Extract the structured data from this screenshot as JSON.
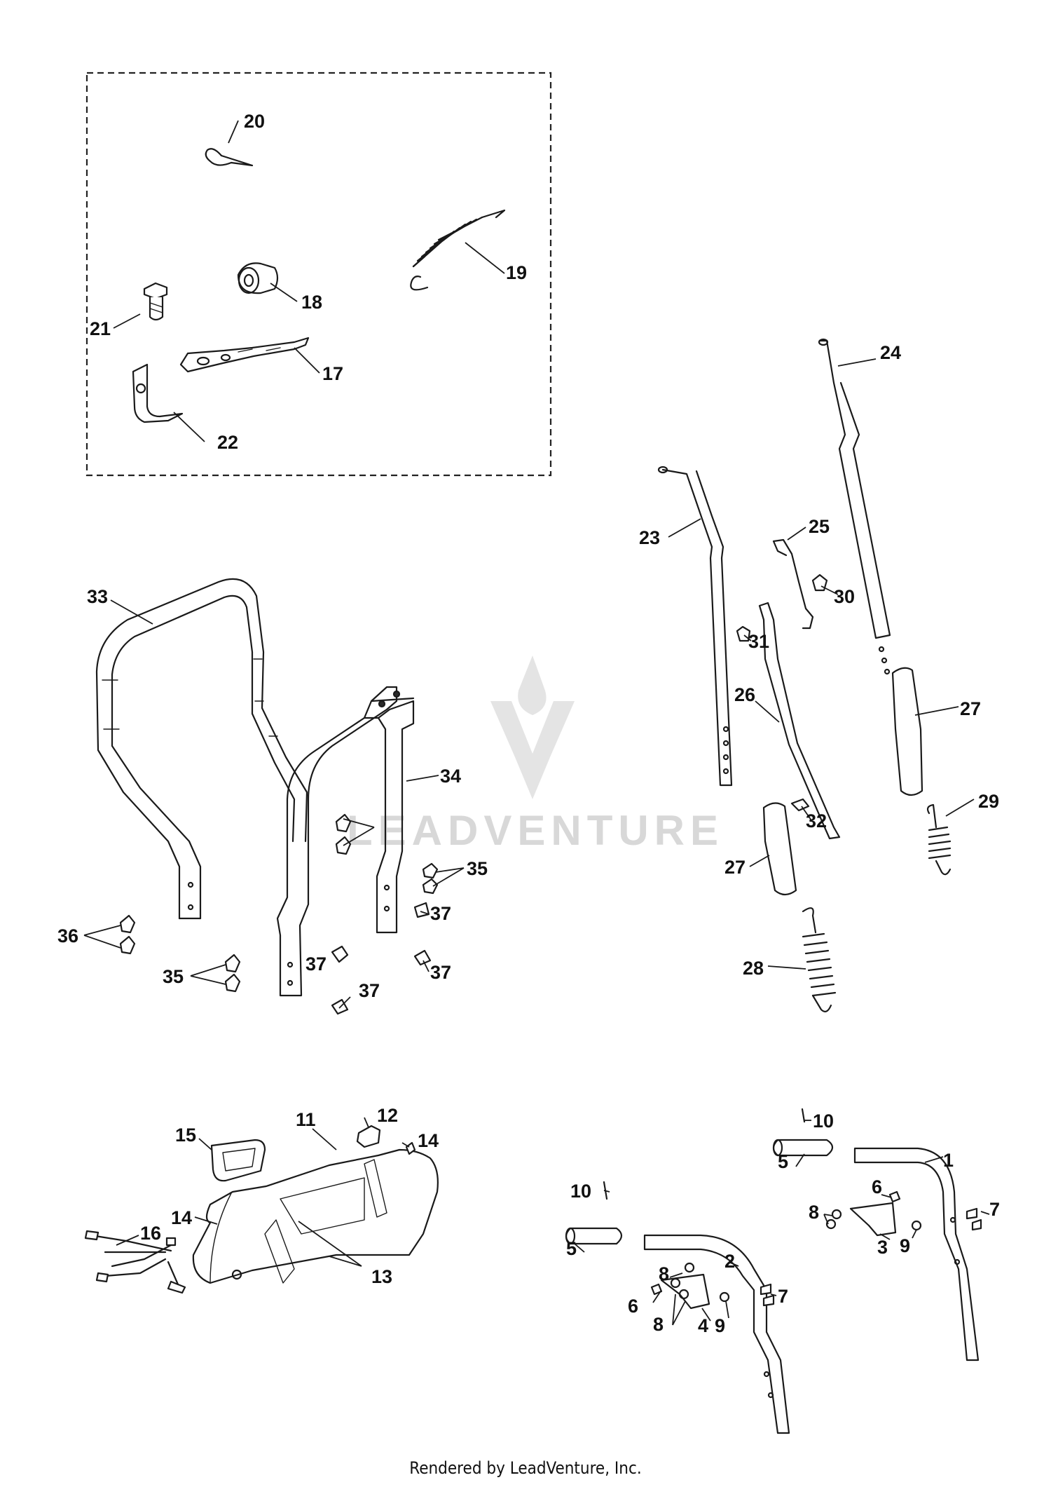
{
  "watermark": {
    "text": "LEADVENTURE"
  },
  "footer": {
    "text": "Rendered by LeadVenture, Inc."
  },
  "callouts": {
    "c1": "1",
    "c2": "2",
    "c3": "3",
    "c4": "4",
    "c5a": "5",
    "c5b": "5",
    "c6a": "6",
    "c6b": "6",
    "c7a": "7",
    "c7b": "7",
    "c8a": "8",
    "c8b": "8",
    "c8c": "8",
    "c9a": "9",
    "c9b": "9",
    "c10a": "10",
    "c10b": "10",
    "c11": "11",
    "c12": "12",
    "c13": "13",
    "c14a": "14",
    "c14b": "14",
    "c15": "15",
    "c16": "16",
    "c17": "17",
    "c18": "18",
    "c19": "19",
    "c20": "20",
    "c21": "21",
    "c22": "22",
    "c23": "23",
    "c24": "24",
    "c25": "25",
    "c26": "26",
    "c27a": "27",
    "c27b": "27",
    "c28": "28",
    "c29": "29",
    "c30": "30",
    "c31": "31",
    "c32": "32",
    "c33": "33",
    "c34": "34",
    "c35a": "35",
    "c35b": "35",
    "c36": "36",
    "c37a": "37",
    "c37b": "37",
    "c37c": "37",
    "c37d": "37"
  }
}
